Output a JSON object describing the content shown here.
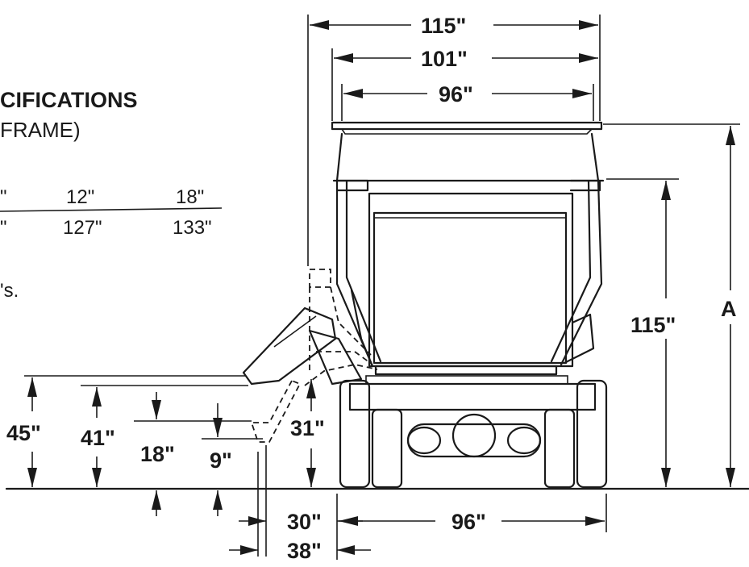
{
  "spec": {
    "title_fragment": "CIFICATIONS",
    "subtitle_fragment": "FRAME)",
    "table": {
      "col_fragment": "\"",
      "columns": [
        "12\"",
        "18\""
      ],
      "row_fragment": "\"",
      "values": [
        "127\"",
        "133\""
      ]
    },
    "note_fragment": "'s."
  },
  "dimensions": {
    "width_115": "115\"",
    "width_101": "101\"",
    "width_96_top": "96\"",
    "height_115": "115\"",
    "height_a": "A",
    "height_45": "45\"",
    "height_41": "41\"",
    "height_18": "18\"",
    "height_9": "9\"",
    "height_31": "31\"",
    "offset_30": "30\"",
    "offset_38": "38\"",
    "width_96_bottom": "96\""
  }
}
